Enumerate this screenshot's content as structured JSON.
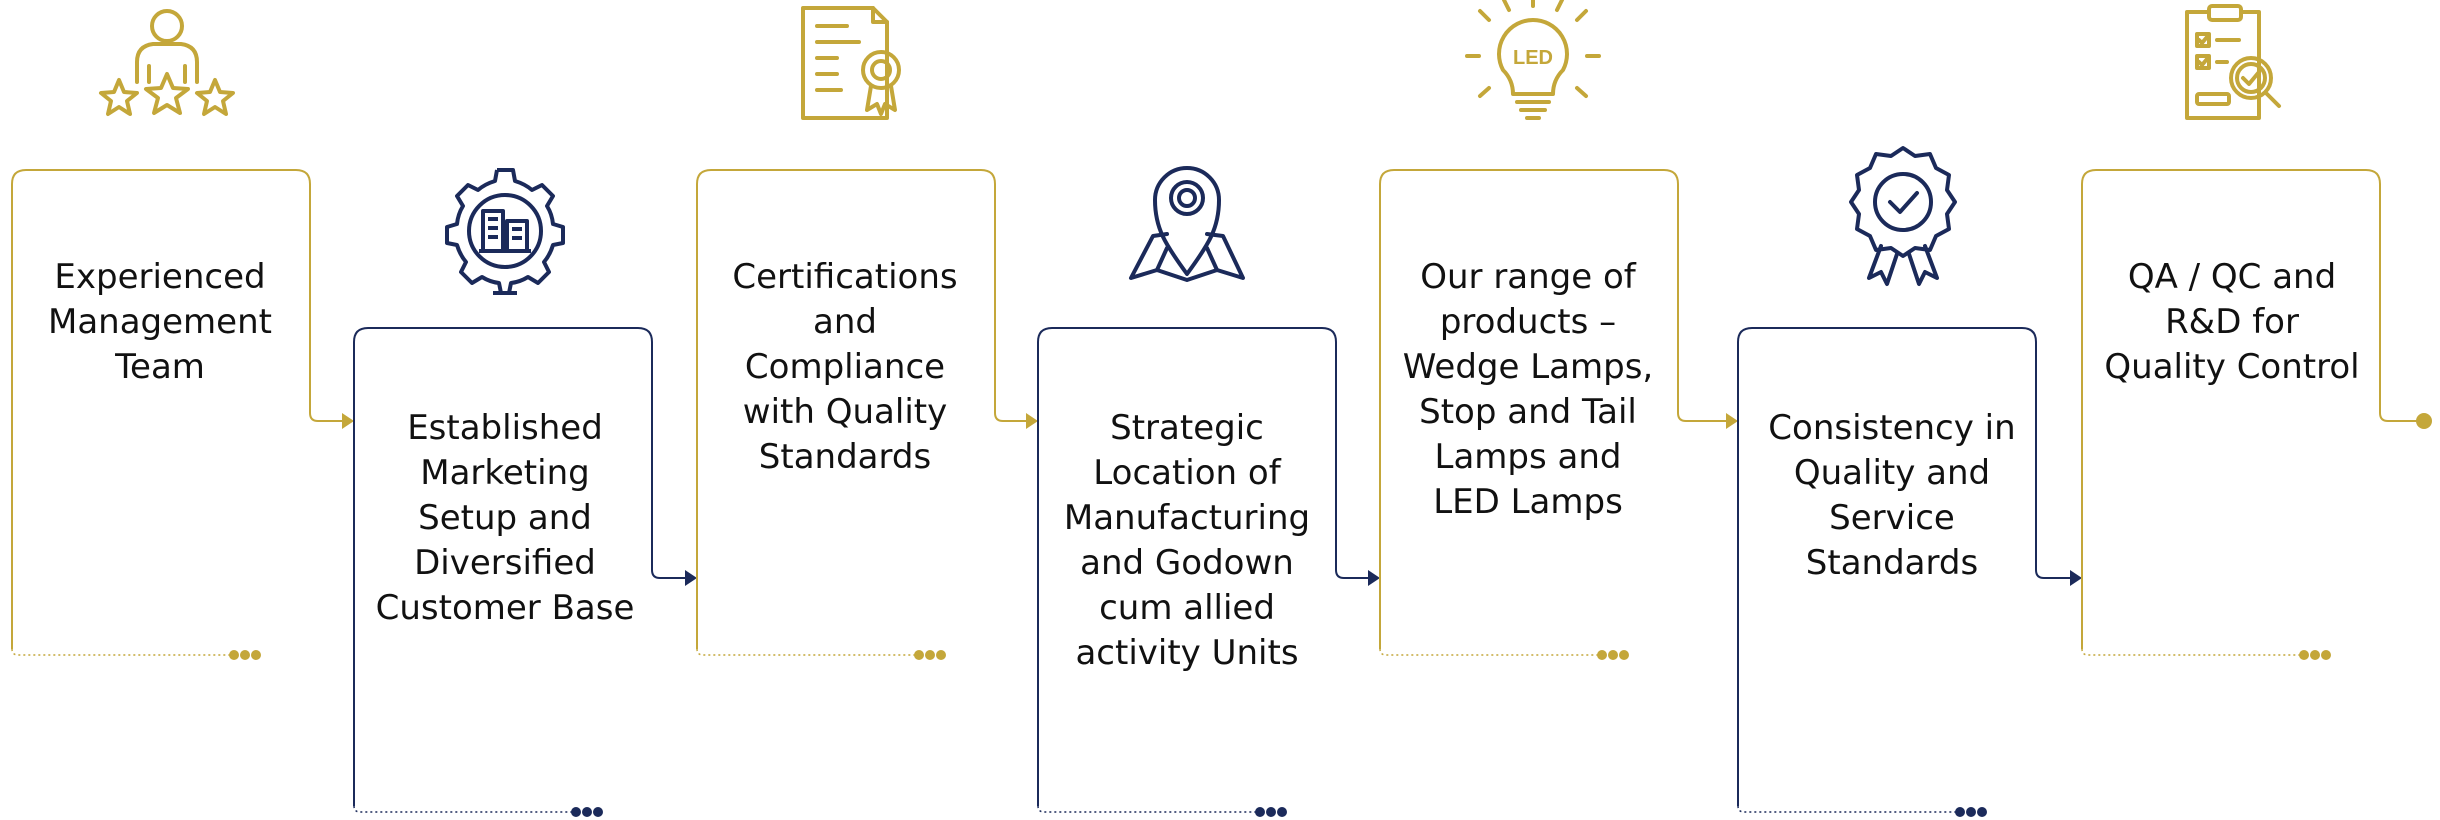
{
  "colors": {
    "gold": "#C4A73A",
    "navy": "#1B2A5A",
    "text": "#111111"
  },
  "steps": [
    {
      "icon": "person-stars-icon",
      "color": "gold",
      "lines": [
        "Experienced",
        "Management",
        "Team"
      ]
    },
    {
      "icon": "gear-buildings-icon",
      "color": "navy",
      "lines": [
        "Established",
        "Marketing",
        "Setup and",
        "Diversified",
        "Customer Base"
      ]
    },
    {
      "icon": "certificate-icon",
      "color": "gold",
      "lines": [
        "Certifications",
        "and",
        "Compliance",
        "with Quality",
        "Standards"
      ]
    },
    {
      "icon": "map-pin-icon",
      "color": "navy",
      "lines": [
        "Strategic",
        "Location of",
        "Manufacturing",
        "and Godown",
        "cum allied",
        "activity Units"
      ]
    },
    {
      "icon": "led-bulb-icon",
      "color": "gold",
      "lines": [
        "Our range of",
        "products –",
        "Wedge Lamps,",
        "Stop and Tail",
        "Lamps and",
        "LED Lamps"
      ]
    },
    {
      "icon": "award-badge-icon",
      "color": "navy",
      "lines": [
        "Consistency in",
        "Quality and",
        "Service",
        "Standards"
      ]
    },
    {
      "icon": "clipboard-search-icon",
      "color": "gold",
      "lines": [
        "QA / QC and",
        "R&D for",
        "Quality Control"
      ]
    }
  ],
  "icon_text": {
    "led": "LED"
  }
}
